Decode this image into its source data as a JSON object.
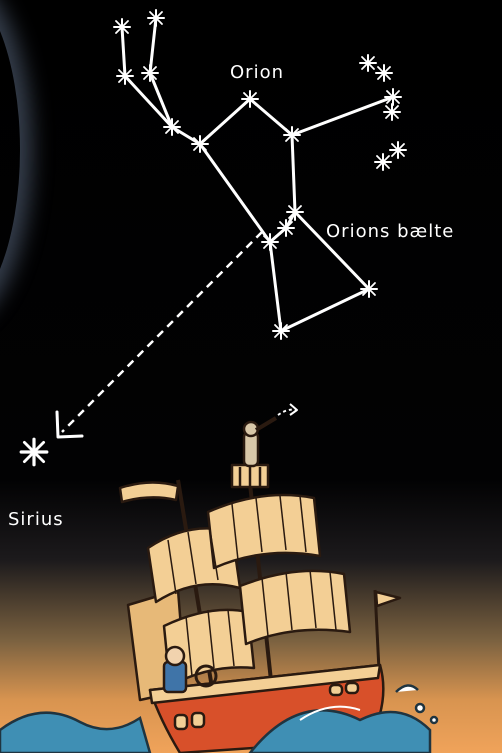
{
  "labels": {
    "orion": "Orion",
    "belt": "Orions bælte",
    "sirius": "Sirius"
  },
  "colors": {
    "sky": "#000000",
    "star": "#ffffff",
    "sunset": "#f0a35a",
    "sail": "#f3cf95",
    "hull": "#d8502a",
    "sea": "#3f8fb4"
  },
  "icons": [
    "star-icon",
    "arrow-icon",
    "ship-icon",
    "telescope-icon",
    "flag-icon",
    "waves-icon"
  ]
}
